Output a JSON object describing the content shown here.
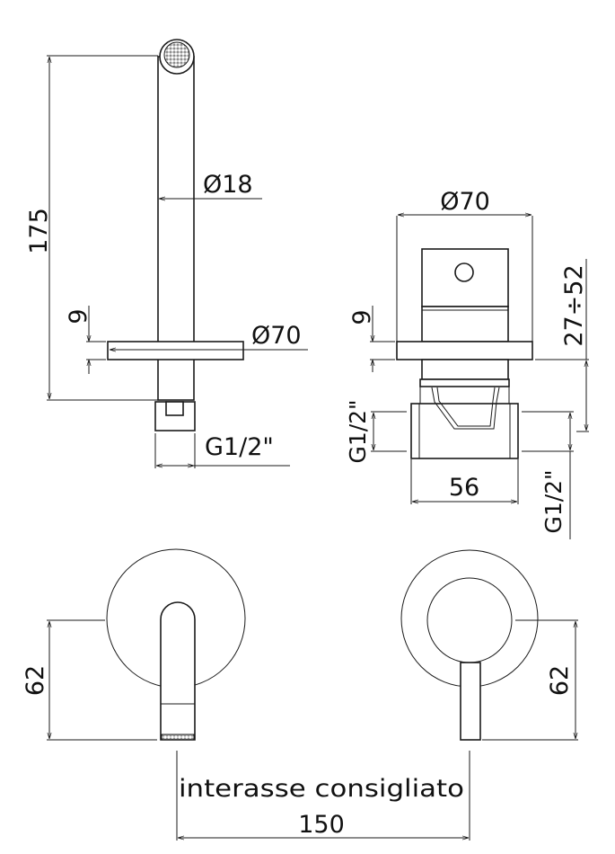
{
  "side_view": {
    "height_label": "175",
    "tube_diameter_label": "Ø18",
    "plate_thickness_label": "9",
    "plate_diameter_label": "Ø70",
    "connection_label": "G1/2\""
  },
  "valve_view": {
    "plate_diameter_label": "Ø70",
    "plate_thickness_label": "9",
    "depth_range_label": "27÷52",
    "inlet_left_label": "G1/2\"",
    "inlet_right_label": "G1/2\"",
    "body_width_label": "56"
  },
  "front_views": {
    "spout_height_label": "62",
    "lever_height_label": "62",
    "spacing_caption": "interasse consigliato",
    "spacing_value": "150"
  },
  "colors": {
    "line": "#1a1a1a",
    "background": "#ffffff"
  }
}
